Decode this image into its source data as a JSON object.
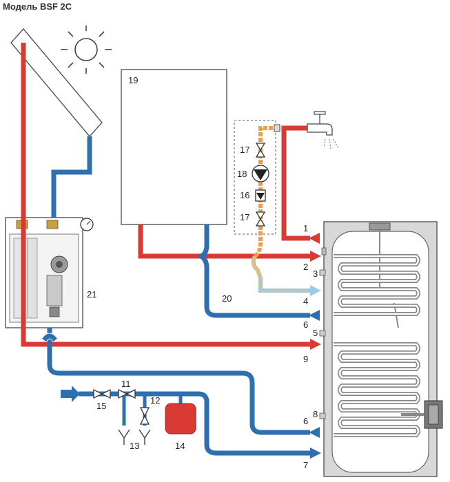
{
  "title": "Модель BSF 2C",
  "colors": {
    "hot": "#d93a34",
    "cold": "#2e6fb0",
    "light_blue": "#9ec8e8",
    "orange": "#e9a050",
    "tan": "#d8c08a",
    "tank_gray": "#d8d8d8",
    "outline": "#555555"
  },
  "icons": [
    "sun-icon",
    "faucet-icon",
    "pump-icon",
    "valve-icon",
    "check-valve-icon",
    "expansion-vessel-icon",
    "arrow-icon"
  ],
  "labels": {
    "l1": "1",
    "l2": "2",
    "l3": "3",
    "l4": "4",
    "l5": "5",
    "l6a": "6",
    "l6b": "6",
    "l7": "7",
    "l8": "8",
    "l9": "9",
    "l11": "11",
    "l12": "12",
    "l13": "13",
    "l14": "14",
    "l15": "15",
    "l16": "16",
    "l17a": "17",
    "l17b": "17",
    "l18": "18",
    "l19": "19",
    "l20": "20",
    "l21": "21"
  }
}
